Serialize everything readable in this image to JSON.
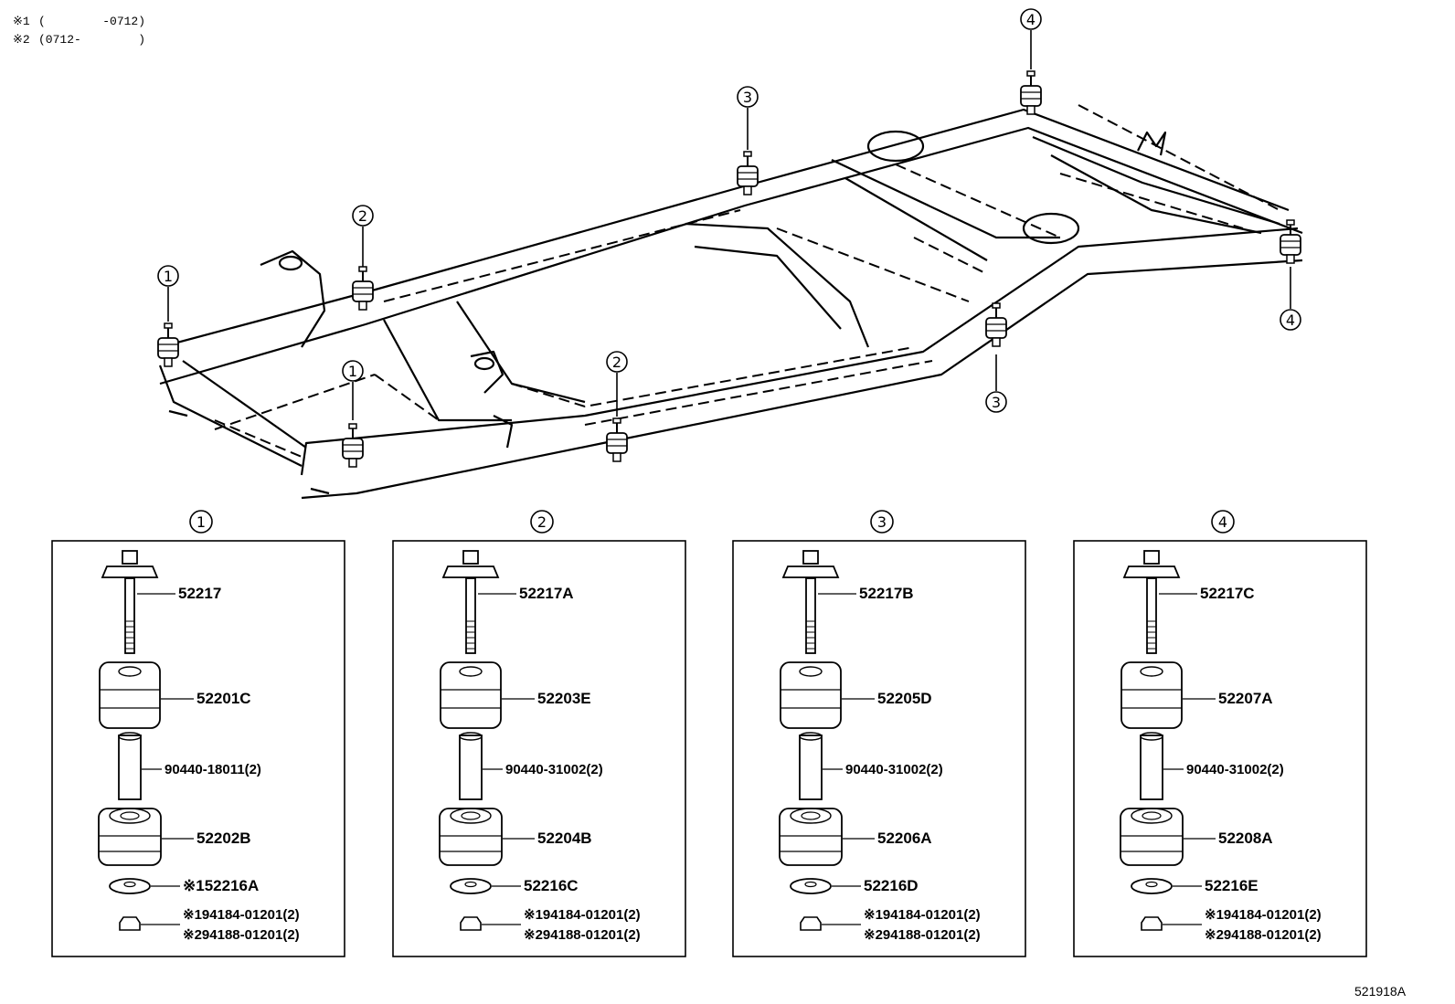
{
  "notes": [
    {
      "mark": "※1",
      "text": "(        -0712)"
    },
    {
      "mark": "※2",
      "text": "(0712-        )"
    }
  ],
  "frame_callouts": [
    "1",
    "2",
    "3",
    "4"
  ],
  "panels": [
    {
      "number": "1",
      "bolt": "52217",
      "upper": "52201C",
      "sleeve": "90440-18011(2)",
      "lower": "52202B",
      "washer": "※152216A",
      "nut1": "※194184-01201(2)",
      "nut2": "※294188-01201(2)"
    },
    {
      "number": "2",
      "bolt": "52217A",
      "upper": "52203E",
      "sleeve": "90440-31002(2)",
      "lower": "52204B",
      "washer": "52216C",
      "nut1": "※194184-01201(2)",
      "nut2": "※294188-01201(2)"
    },
    {
      "number": "3",
      "bolt": "52217B",
      "upper": "52205D",
      "sleeve": "90440-31002(2)",
      "lower": "52206A",
      "washer": "52216D",
      "nut1": "※194184-01201(2)",
      "nut2": "※294188-01201(2)"
    },
    {
      "number": "4",
      "bolt": "52217C",
      "upper": "52207A",
      "sleeve": "90440-31002(2)",
      "lower": "52208A",
      "washer": "52216E",
      "nut1": "※194184-01201(2)",
      "nut2": "※294188-01201(2)"
    }
  ],
  "drawing_code": "521918A"
}
